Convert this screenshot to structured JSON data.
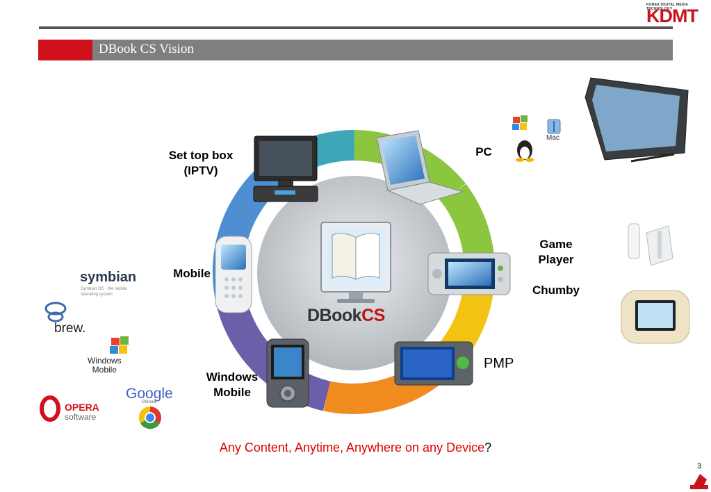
{
  "header": {
    "title": "DBook CS Vision",
    "logo_small": "KOREA DIGITAL MEDIA TECHNOLOGY",
    "logo_big": "KDMT"
  },
  "center": {
    "brand_main": "DBook",
    "brand_accent": "CS"
  },
  "devices": {
    "stb": "Set top box\n(IPTV)",
    "pc": "PC",
    "game": "Game\nPlayer",
    "chumby": "Chumby",
    "mobile": "Mobile",
    "winmobile": "Windows\nMobile",
    "pmp": "PMP"
  },
  "os_logos": {
    "mac": "Mac",
    "symbian": "symbian",
    "symbian_sub": "Symbian OS - the mobile\noperating system",
    "brew": "brew.",
    "windows_mobile": "Windows\nMobile",
    "google": "Google",
    "chrome": "Chrome",
    "opera": "OPERA",
    "opera_sub": "software"
  },
  "tagline": {
    "main": "Any Content, Anytime, Anywhere on any Device",
    "end": "?"
  },
  "page_number": "3",
  "colors": {
    "accent_red": "#d0101a",
    "title_gray": "#7f7f7f",
    "ring_green": "#8cc63f",
    "ring_yellow": "#f2c313",
    "ring_orange": "#f08c1f",
    "ring_purple": "#6a5fa8",
    "ring_blue": "#4f8ed0",
    "ring_teal": "#3fa6b8"
  }
}
